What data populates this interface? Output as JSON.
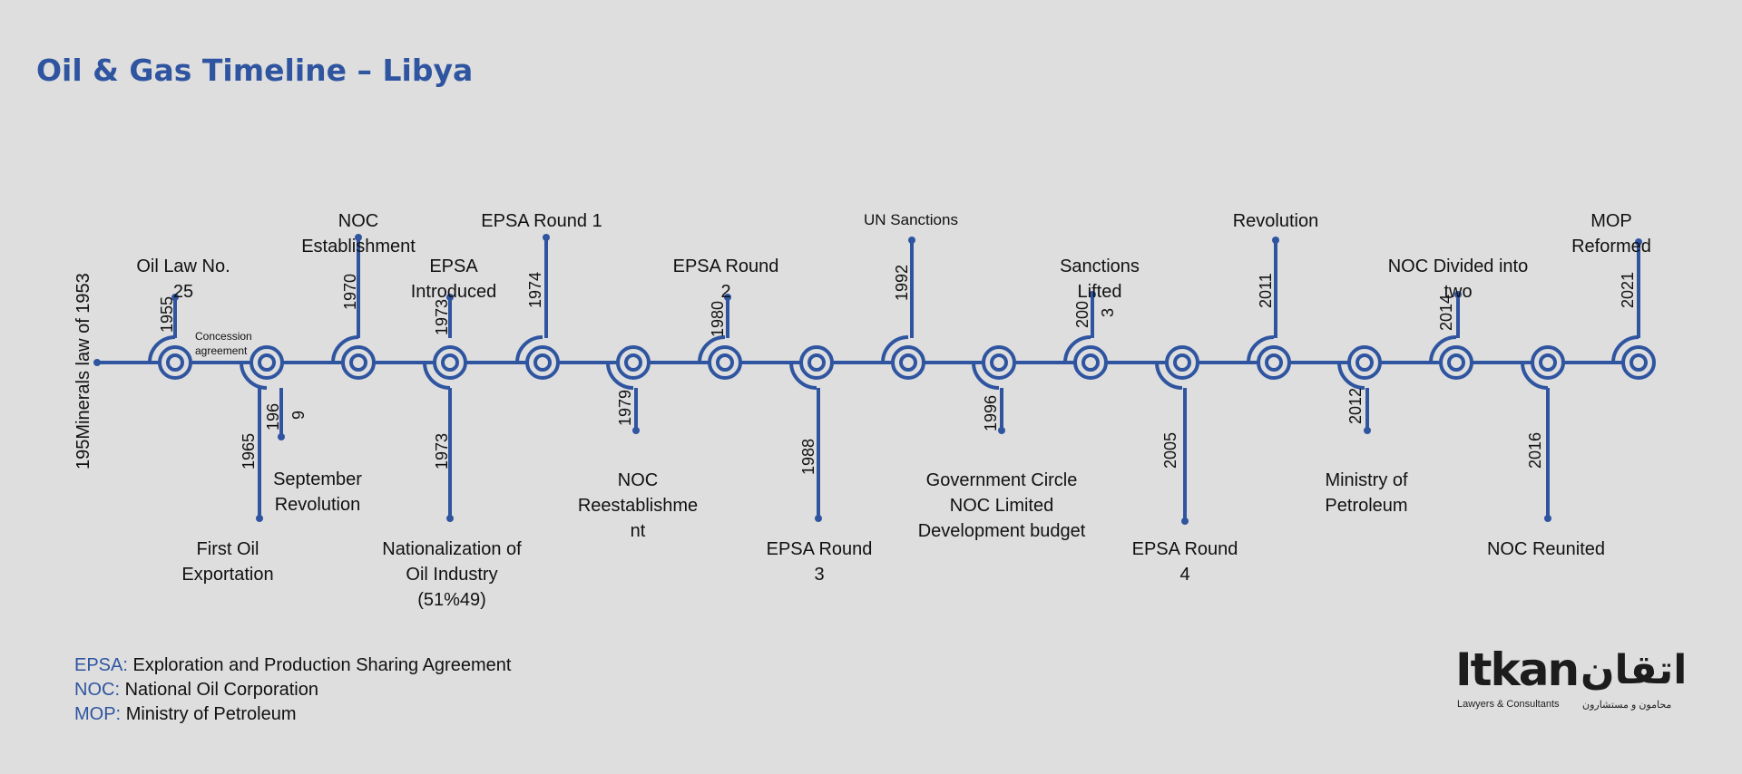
{
  "title": "Oil & Gas Timeline – Libya",
  "colors": {
    "accent": "#2f55a0",
    "background": "#dedede",
    "text": "#111111"
  },
  "start": {
    "year": "195",
    "label": "Minerals law of 1953"
  },
  "events": [
    {
      "year": "1955",
      "side": "up",
      "label": [
        "Oil Law No.",
        "25"
      ],
      "extra": [
        "Concession",
        "agreement"
      ]
    },
    {
      "year": "1965",
      "side": "down",
      "label": [
        "First Oil",
        "Exportation"
      ]
    },
    {
      "year": "196",
      "year2": "9",
      "side": "down",
      "label": [
        "September",
        "Revolution"
      ]
    },
    {
      "year": "1970",
      "side": "up",
      "label": [
        "NOC",
        "Establishment"
      ]
    },
    {
      "year": "1973",
      "side": "up",
      "label": [
        "EPSA",
        "Introduced"
      ]
    },
    {
      "year": "1973",
      "side": "down",
      "label": [
        "Nationalization of",
        "Oil Industry",
        "(51%49)"
      ]
    },
    {
      "year": "1974",
      "side": "up",
      "label": [
        "EPSA Round 1"
      ]
    },
    {
      "year": "1979",
      "side": "down",
      "label": [
        "NOC",
        "Reestablishme",
        "nt"
      ]
    },
    {
      "year": "1980",
      "side": "up",
      "label": [
        "EPSA Round",
        "2"
      ]
    },
    {
      "year": "1988",
      "side": "down",
      "label": [
        "EPSA Round",
        "3"
      ]
    },
    {
      "year": "1992",
      "side": "up",
      "label": [
        "UN Sanctions"
      ]
    },
    {
      "year": "1996",
      "side": "down",
      "label": [
        "Government Circle",
        "NOC Limited",
        "Development budget"
      ]
    },
    {
      "year": "200",
      "year2": "3",
      "side": "up",
      "label": [
        "Sanctions",
        "Lifted"
      ]
    },
    {
      "year": "2005",
      "side": "down",
      "label": [
        "EPSA Round",
        "4"
      ]
    },
    {
      "year": "2011",
      "side": "up",
      "label": [
        "Revolution"
      ]
    },
    {
      "year": "2012",
      "side": "down",
      "label": [
        "Ministry of",
        "Petroleum"
      ]
    },
    {
      "year": "2014",
      "side": "up",
      "label": [
        "NOC Divided into",
        "two"
      ]
    },
    {
      "year": "2016",
      "side": "down",
      "label": [
        "NOC Reunited"
      ]
    },
    {
      "year": "2021",
      "side": "up",
      "label": [
        "MOP",
        "Reformed"
      ]
    }
  ],
  "legend": [
    {
      "abbr": "EPSA:",
      "text": "Exploration and Production Sharing Agreement"
    },
    {
      "abbr": "NOC:",
      "text": "National Oil Corporation"
    },
    {
      "abbr": "MOP:",
      "text": "Ministry of Petroleum"
    }
  ],
  "logo": {
    "latin": "Itkan",
    "arabic": "اتقان",
    "tagline_latin": "Lawyers & Consultants",
    "tagline_arabic": "محامون و مستشارون"
  }
}
